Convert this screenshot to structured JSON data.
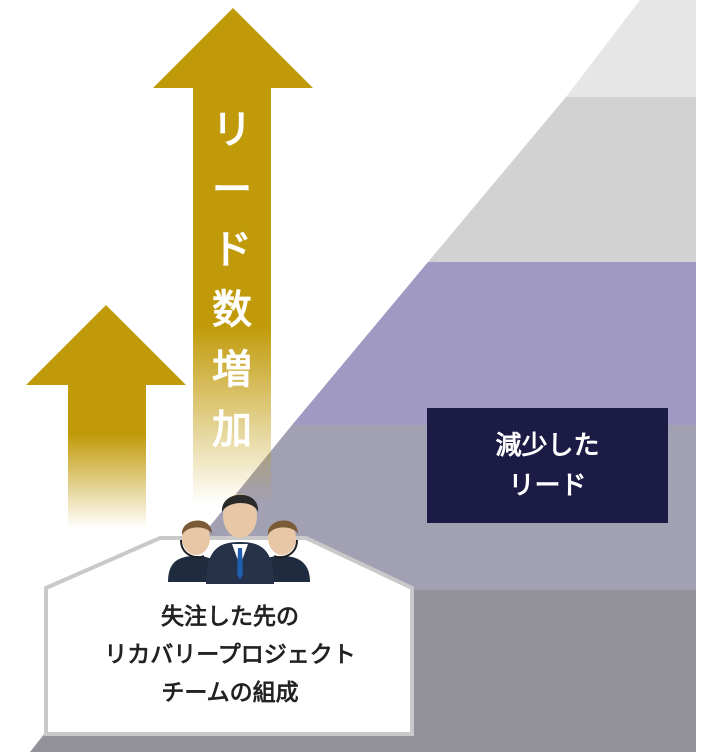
{
  "arrow_label": [
    "リ",
    "ー",
    "ド",
    "数",
    "増",
    "加"
  ],
  "reduced_leads": [
    "減少した",
    "リード"
  ],
  "team_box": [
    "失注した先の",
    "リカバリープロジェクト",
    "チームの組成"
  ],
  "colors": {
    "arrow_gold": "#c19a09",
    "tier_top": "#e6e6e6",
    "tier_2": "#d2d2d2",
    "tier_purple": "#a09ac2",
    "tier_4": "#a2a1b4",
    "tier_5": "#939199",
    "label_box": "#1c1b45"
  },
  "icons": [
    "team-people-icon"
  ]
}
